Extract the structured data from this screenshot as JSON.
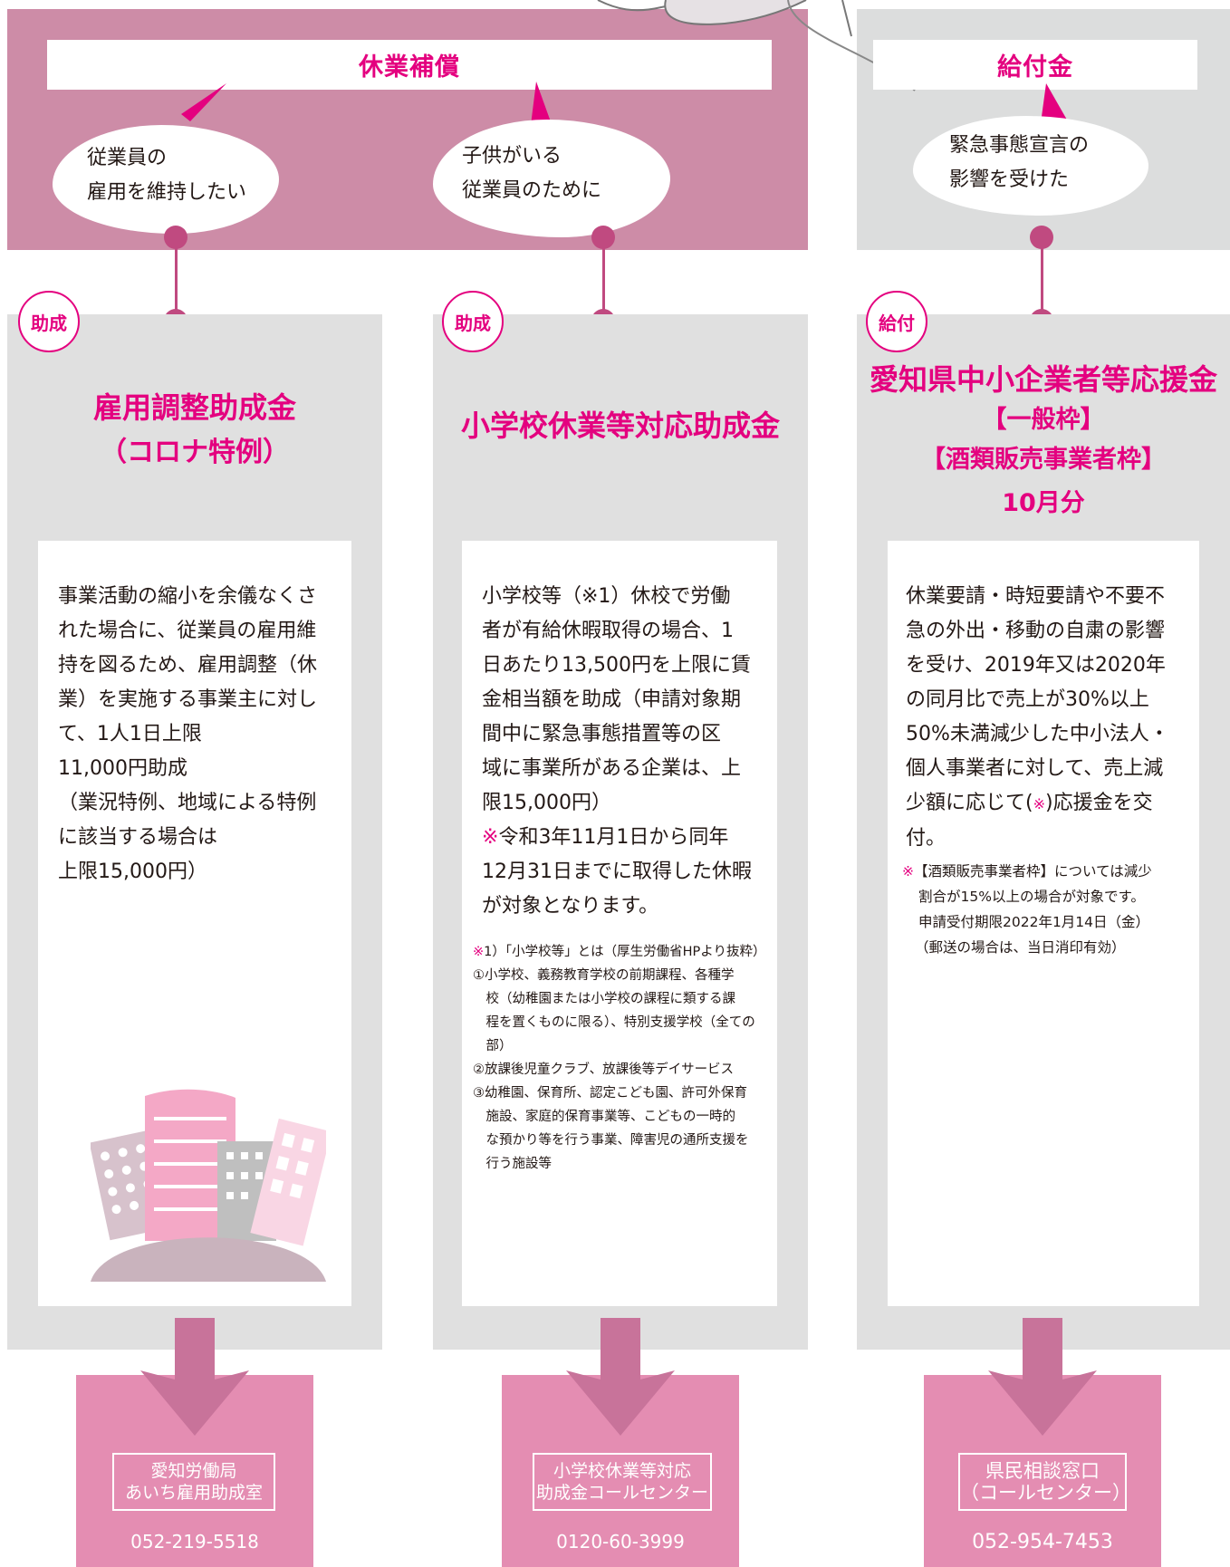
{
  "top": {
    "leave_header": "休業補償",
    "benefit_header": "給付金",
    "bubble1": [
      "従業員の",
      "雇用を維持したい"
    ],
    "bubble2": [
      "子供がいる",
      "従業員のために"
    ],
    "bubble3": [
      "緊急事態宣言の",
      "影響を受けた"
    ]
  },
  "col1": {
    "badge": "助成",
    "title": [
      "雇用調整助成金",
      "（コロナ特例）"
    ],
    "body": [
      "事業活動の縮小を余儀なくさ",
      "れた場合に、従業員の雇用維",
      "持を図るため、雇用調整（休",
      "業）を実施する事業主に対し",
      "て、1人1日上限",
      "11,000円助成",
      "（業況特例、地域による特例",
      "に該当する場合は",
      "上限15,000円）"
    ],
    "contact": [
      "愛知労働局",
      "あいち雇用助成室"
    ],
    "phone": "052-219-5518"
  },
  "col2": {
    "badge": "助成",
    "title": "小学校休業等対応助成金",
    "body": [
      "小学校等（※1）休校で労働",
      "者が有給休暇取得の場合、1",
      "日あたり13,500円を上限に賃",
      "金相当額を助成（申請対象期",
      "間中に緊急事態措置等の区",
      "域に事業所がある企業は、上",
      "限15,000円）"
    ],
    "body_note_mark": "※",
    "body_note": [
      "令和3年11月1日から同年",
      "12月31日までに取得した休暇",
      "が対象となります。"
    ],
    "note_mark": "※",
    "note_head": "1）「小学校等」とは（厚生労働省HPより抜粋）",
    "notes": [
      "①小学校、義務教育学校の前期課程、各種学",
      "　校（幼稚園または小学校の課程に類する課",
      "　程を置くものに限る）、特別支援学校（全ての",
      "　部）",
      "②放課後児童クラブ、放課後等デイサービス",
      "③幼稚園、保育所、認定こども園、許可外保育",
      "　施設、家庭的保育事業等、こどもの一時的",
      "　な預かり等を行う事業、障害児の通所支援を",
      "　行う施設等"
    ],
    "contact": [
      "小学校休業等対応",
      "助成金コールセンター"
    ],
    "phone": "0120-60-3999"
  },
  "col3": {
    "badge": "給付",
    "title": [
      "愛知県中小企業者等応援金",
      "【一般枠】",
      "【酒類販売事業者枠】",
      "10月分"
    ],
    "body": [
      "休業要請・時短要請や不要不",
      "急の外出・移動の自粛の影響",
      "を受け、2019年又は2020年",
      "の同月比で売上が30%以上",
      "50%未満減少した中小法人・",
      "個人事業者に対して、売上減"
    ],
    "body_last_pre": "少額に応じて(",
    "body_last_mark": "※",
    "body_last_post": ")応援金を交",
    "body_end": "付。",
    "note_mark": "※",
    "note_first": "【酒類販売事業者枠】については減少",
    "notes": [
      "割合が15%以上の場合が対象です。",
      "申請受付期限2022年1月14日（金）",
      "（郵送の場合は、当日消印有効）"
    ],
    "contact": [
      "県民相談窓口",
      "（コールセンター）"
    ],
    "phone": "052-954-7453"
  },
  "colors": {
    "accent": "#e4007f",
    "band_pink": "#cd8ca7",
    "band_gray": "#dcdddd",
    "contact_pink": "#e48db2",
    "arrow": "#c8739a"
  }
}
